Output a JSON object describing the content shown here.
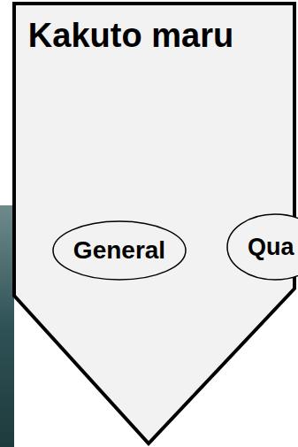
{
  "diagram": {
    "nodes": [
      {
        "text": [
          "Kakuto maru"
        ]
      },
      {
        "text": [
          "General"
        ],
        "in": 0
      },
      {
        "text": [
          "Qua"
        ],
        "in": 0
      }
    ]
  }
}
